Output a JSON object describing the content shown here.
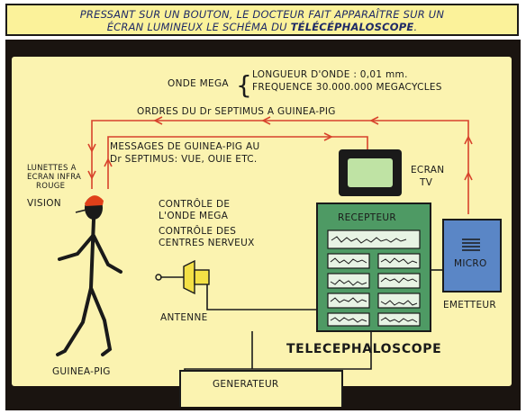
{
  "caption": {
    "line1": "PRESSANT SUR UN BOUTON, LE DOCTEUR FAIT APPARAÎTRE SUR UN",
    "line2_prefix": "ÉCRAN LUMINEUX LE SCHÉMA DU ",
    "line2_emph": "TÉLÉCÉPHALOSCOPE",
    "line2_suffix": "."
  },
  "diagram": {
    "onde_mega": "ONDE MEGA",
    "longueur": "LONGUEUR D'ONDE : 0,01 mm.",
    "frequence": "FREQUENCE 30.000.000 MEGACYCLES",
    "ordres": "ORDRES DU Dr SEPTIMUS A GUINEA-PIG",
    "messages_1": "MESSAGES DE GUINEA-PIG AU",
    "messages_2": "Dr SEPTIMUS: VUE, OUIE ETC.",
    "lunettes_1": "LUNETTES A",
    "lunettes_2": "ECRAN INFRA",
    "lunettes_3": "ROUGE",
    "vision": "VISION",
    "controle_onde_1": "CONTRÔLE DE",
    "controle_onde_2": "L'ONDE MEGA",
    "controle_centres_1": "CONTRÔLE DES",
    "controle_centres_2": "CENTRES NERVEUX",
    "antenne": "ANTENNE",
    "guinea_pig": "GUINEA-PIG",
    "ecran_tv_1": "ECRAN",
    "ecran_tv_2": "TV",
    "recepteur": "RECEPTEUR",
    "micro": "MICRO",
    "emetteur": "EMETTEUR",
    "telecephaloscope": "TELECEPHALOSCOPE",
    "generateur": "GENERATEUR"
  },
  "colors": {
    "caption_bg": "#fbf29a",
    "screen_bg": "#fbf3b0",
    "frame": "#1a1410",
    "signal_red": "#d8432c",
    "console_green": "#4e9a64",
    "emitter_blue": "#5a86c6",
    "antenna_yellow": "#f4e146",
    "head_orange": "#e0401a"
  }
}
